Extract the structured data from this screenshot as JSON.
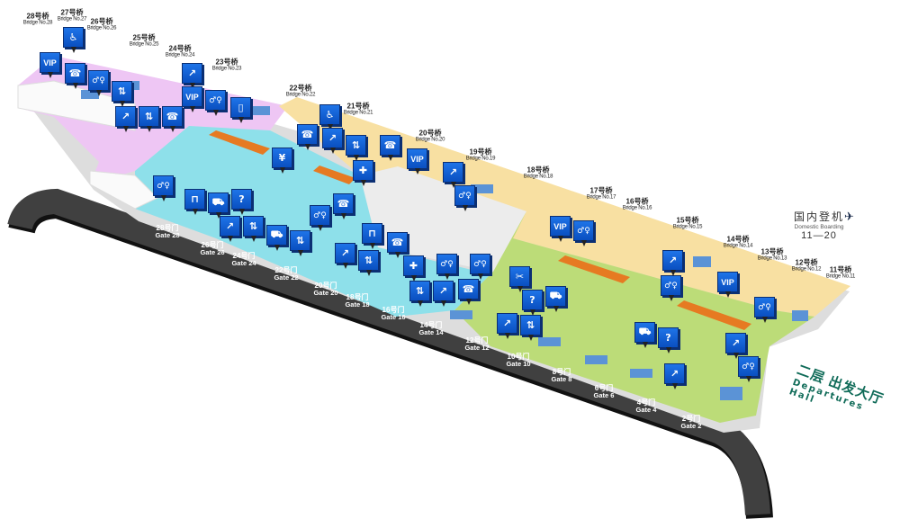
{
  "title": {
    "cn": "二层 出发大厅",
    "en": "Departures Hall"
  },
  "domestic": {
    "cn": "国内登机",
    "en": "Domestic Boarding",
    "range": "11—20",
    "icon": "airplane-icon"
  },
  "colors": {
    "pink": "#eec6f4",
    "cyan": "#8ee0ea",
    "yellow": "#f8e0a2",
    "green": "#bcdc78",
    "grey": "#ececec",
    "road": "#404040",
    "icon": "#1565d8",
    "counter": "#e67a22",
    "hall_text": "#0f6b58"
  },
  "bridges": [
    {
      "cn": "28号桥",
      "en": "Bridge No.28"
    },
    {
      "cn": "27号桥",
      "en": "Bridge No.27"
    },
    {
      "cn": "26号桥",
      "en": "Bridge No.26"
    },
    {
      "cn": "25号桥",
      "en": "Bridge No.25"
    },
    {
      "cn": "24号桥",
      "en": "Bridge No.24"
    },
    {
      "cn": "23号桥",
      "en": "Bridge No.23"
    },
    {
      "cn": "22号桥",
      "en": "Bridge No.22"
    },
    {
      "cn": "21号桥",
      "en": "Bridge No.21"
    },
    {
      "cn": "20号桥",
      "en": "Bridge No.20"
    },
    {
      "cn": "19号桥",
      "en": "Bridge No.19"
    },
    {
      "cn": "18号桥",
      "en": "Bridge No.18"
    },
    {
      "cn": "17号桥",
      "en": "Bridge No.17"
    },
    {
      "cn": "16号桥",
      "en": "Bridge No.16"
    },
    {
      "cn": "15号桥",
      "en": "Bridge No.15"
    },
    {
      "cn": "14号桥",
      "en": "Bridge No.14"
    },
    {
      "cn": "13号桥",
      "en": "Bridge No.13"
    },
    {
      "cn": "12号桥",
      "en": "Bridge No.12"
    },
    {
      "cn": "11号桥",
      "en": "Bridge No.11"
    }
  ],
  "gates": [
    {
      "cn": "28号门",
      "en": "Gate 28"
    },
    {
      "cn": "26号门",
      "en": "Gate 26"
    },
    {
      "cn": "24号门",
      "en": "Gate 24"
    },
    {
      "cn": "22号门",
      "en": "Gate 22"
    },
    {
      "cn": "20号门",
      "en": "Gate 20"
    },
    {
      "cn": "18号门",
      "en": "Gate 18"
    },
    {
      "cn": "16号门",
      "en": "Gate 16"
    },
    {
      "cn": "14号门",
      "en": "Gate 14"
    },
    {
      "cn": "12号门",
      "en": "Gate 12"
    },
    {
      "cn": "10号门",
      "en": "Gate 10"
    },
    {
      "cn": "8号门",
      "en": "Gate 8"
    },
    {
      "cn": "6号门",
      "en": "Gate 6"
    },
    {
      "cn": "4号门",
      "en": "Gate 4"
    },
    {
      "cn": "2号门",
      "en": "Gate 2"
    }
  ],
  "icons": [
    "vip",
    "accessible-seat",
    "phone",
    "restroom",
    "elevator",
    "escalator",
    "elevator",
    "phone",
    "escalator",
    "vip",
    "restroom",
    "luggage",
    "accessible-seat",
    "phone",
    "escalator",
    "elevator",
    "medical",
    "currency",
    "phone",
    "vip",
    "escalator",
    "restroom",
    "vip",
    "restroom",
    "restroom",
    "baggage",
    "cart",
    "help",
    "escalator",
    "elevator",
    "cart",
    "elevator",
    "restroom",
    "phone",
    "escalator",
    "elevator",
    "baggage",
    "phone",
    "medical",
    "restroom",
    "elevator",
    "escalator",
    "phone",
    "restroom",
    "tools",
    "help",
    "cart",
    "escalator",
    "elevator",
    "restroom",
    "escalator",
    "vip",
    "restroom",
    "cart",
    "help",
    "escalator",
    "escalator",
    "restroom"
  ],
  "icon_glyphs": {
    "vip": "VIP",
    "phone": "☎",
    "restroom": "♂♀",
    "elevator": "⇅",
    "escalator": "↗",
    "luggage": "▯",
    "accessible-seat": "♿",
    "medical": "✚",
    "currency": "¥",
    "baggage": "⊓",
    "cart": "⛟",
    "help": "?",
    "tools": "✂"
  }
}
